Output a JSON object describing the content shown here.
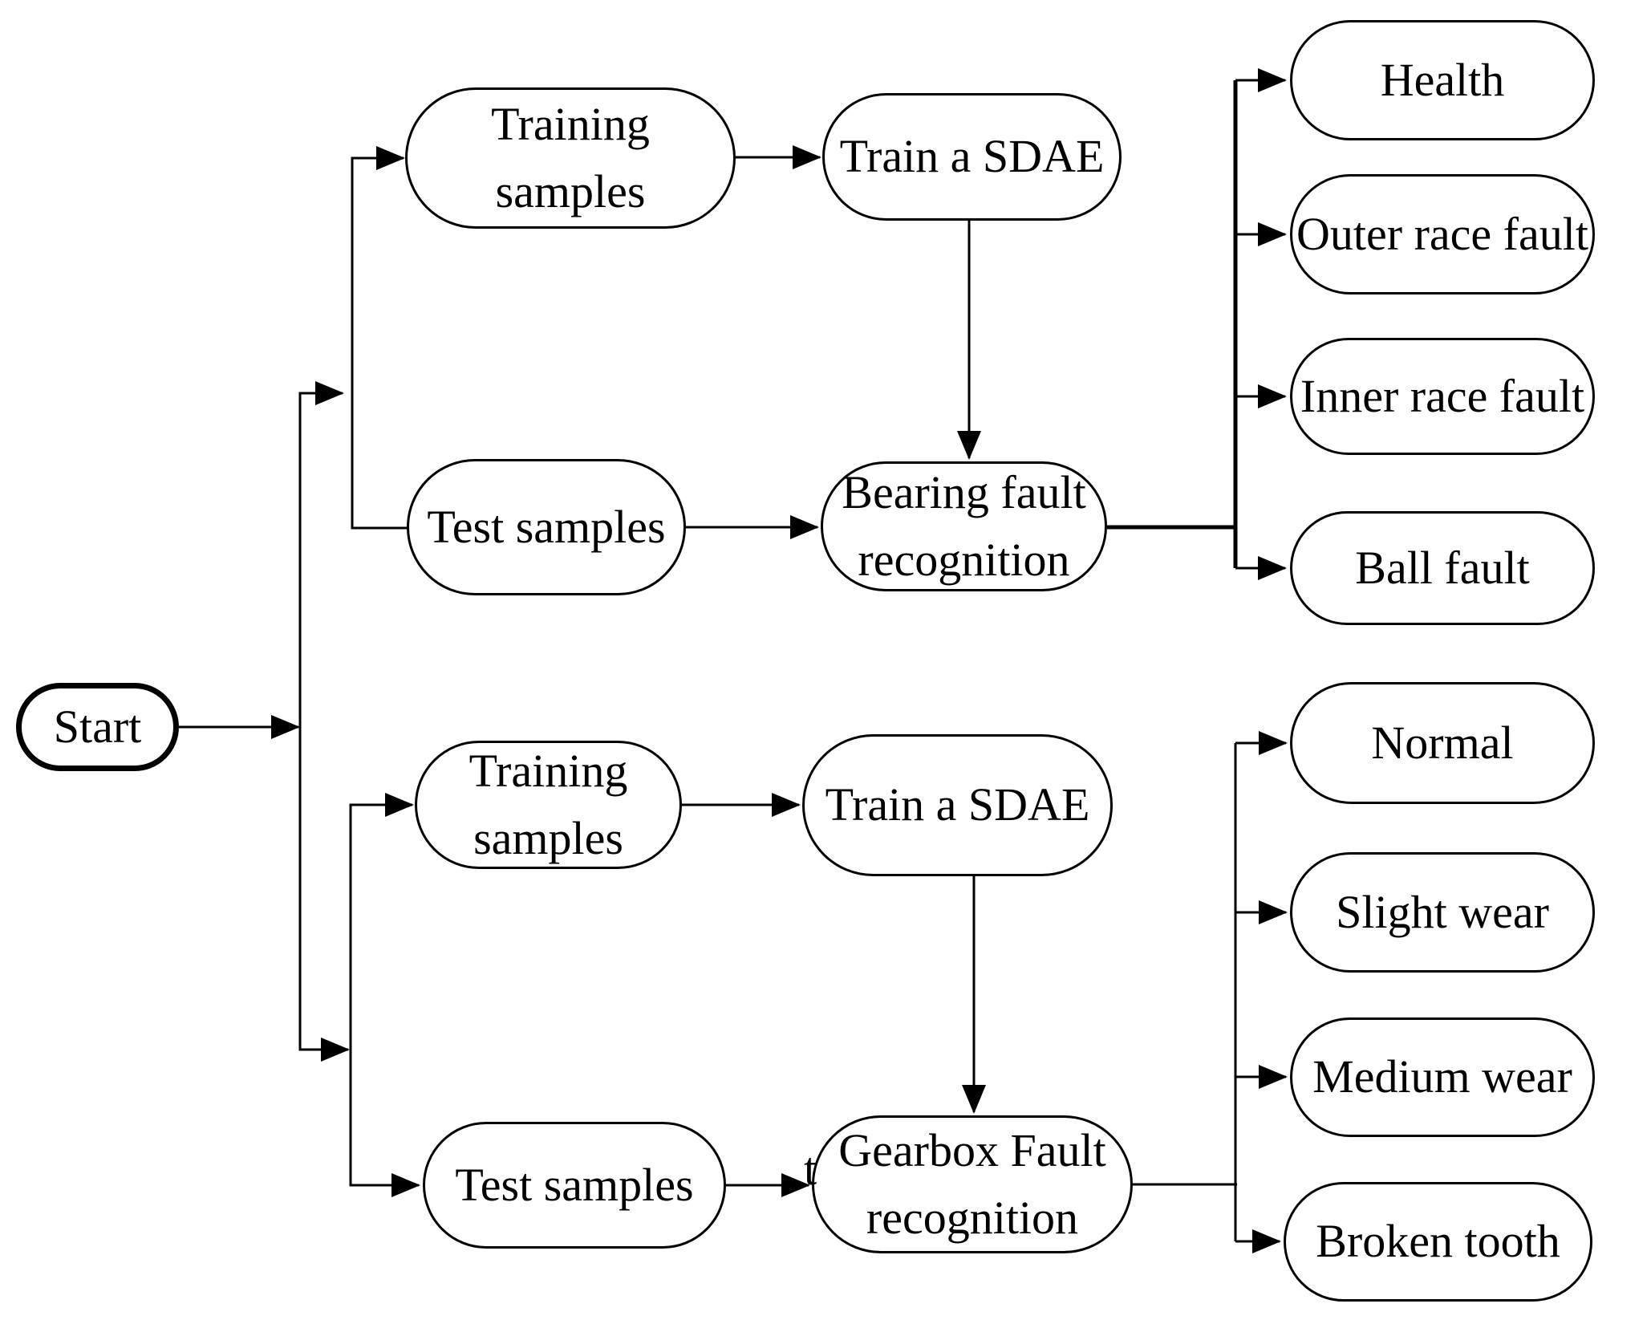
{
  "diagram": {
    "colors": {
      "line": "#000000",
      "node_fill": "#ffffff",
      "background": "#ffffff"
    },
    "stray_text": "t",
    "nodes": [
      {
        "id": "start",
        "label": "Start"
      },
      {
        "id": "training-samples-bearing",
        "label": "Training\nsamples"
      },
      {
        "id": "train-sdae-bearing",
        "label": "Train a SDAE"
      },
      {
        "id": "test-samples-bearing",
        "label": "Test samples"
      },
      {
        "id": "bearing-fault-recognition",
        "label": "Bearing fault\nrecognition"
      },
      {
        "id": "health",
        "label": "Health"
      },
      {
        "id": "outer-race-fault",
        "label": "Outer race fault"
      },
      {
        "id": "inner-race-fault",
        "label": "Inner race fault"
      },
      {
        "id": "ball-fault",
        "label": "Ball fault"
      },
      {
        "id": "training-samples-gearbox",
        "label": "Training\nsamples"
      },
      {
        "id": "train-sdae-gearbox",
        "label": "Train a SDAE"
      },
      {
        "id": "test-samples-gearbox",
        "label": "Test samples"
      },
      {
        "id": "gearbox-fault-recognition",
        "label": "Gearbox Fault\nrecognition"
      },
      {
        "id": "normal",
        "label": "Normal"
      },
      {
        "id": "slight-wear",
        "label": "Slight wear"
      },
      {
        "id": "medium-wear",
        "label": "Medium wear"
      },
      {
        "id": "broken-tooth",
        "label": "Broken tooth"
      }
    ],
    "edges": [
      {
        "from": "start",
        "to": "training-samples-bearing",
        "arrow": true
      },
      {
        "from": "start",
        "to": "test-samples-bearing",
        "arrow": false
      },
      {
        "from": "training-samples-bearing",
        "to": "train-sdae-bearing",
        "arrow": true
      },
      {
        "from": "train-sdae-bearing",
        "to": "bearing-fault-recognition",
        "arrow": true
      },
      {
        "from": "test-samples-bearing",
        "to": "bearing-fault-recognition",
        "arrow": true
      },
      {
        "from": "bearing-fault-recognition",
        "to": "health",
        "arrow": true
      },
      {
        "from": "bearing-fault-recognition",
        "to": "outer-race-fault",
        "arrow": true
      },
      {
        "from": "bearing-fault-recognition",
        "to": "inner-race-fault",
        "arrow": true
      },
      {
        "from": "bearing-fault-recognition",
        "to": "ball-fault",
        "arrow": true
      },
      {
        "from": "start",
        "to": "training-samples-gearbox",
        "arrow": true
      },
      {
        "from": "start",
        "to": "test-samples-gearbox",
        "arrow": true
      },
      {
        "from": "training-samples-gearbox",
        "to": "train-sdae-gearbox",
        "arrow": true
      },
      {
        "from": "train-sdae-gearbox",
        "to": "gearbox-fault-recognition",
        "arrow": true
      },
      {
        "from": "test-samples-gearbox",
        "to": "gearbox-fault-recognition",
        "arrow": true
      },
      {
        "from": "gearbox-fault-recognition",
        "to": "normal",
        "arrow": true
      },
      {
        "from": "gearbox-fault-recognition",
        "to": "slight-wear",
        "arrow": true
      },
      {
        "from": "gearbox-fault-recognition",
        "to": "medium-wear",
        "arrow": true
      },
      {
        "from": "gearbox-fault-recognition",
        "to": "broken-tooth",
        "arrow": true
      }
    ]
  }
}
